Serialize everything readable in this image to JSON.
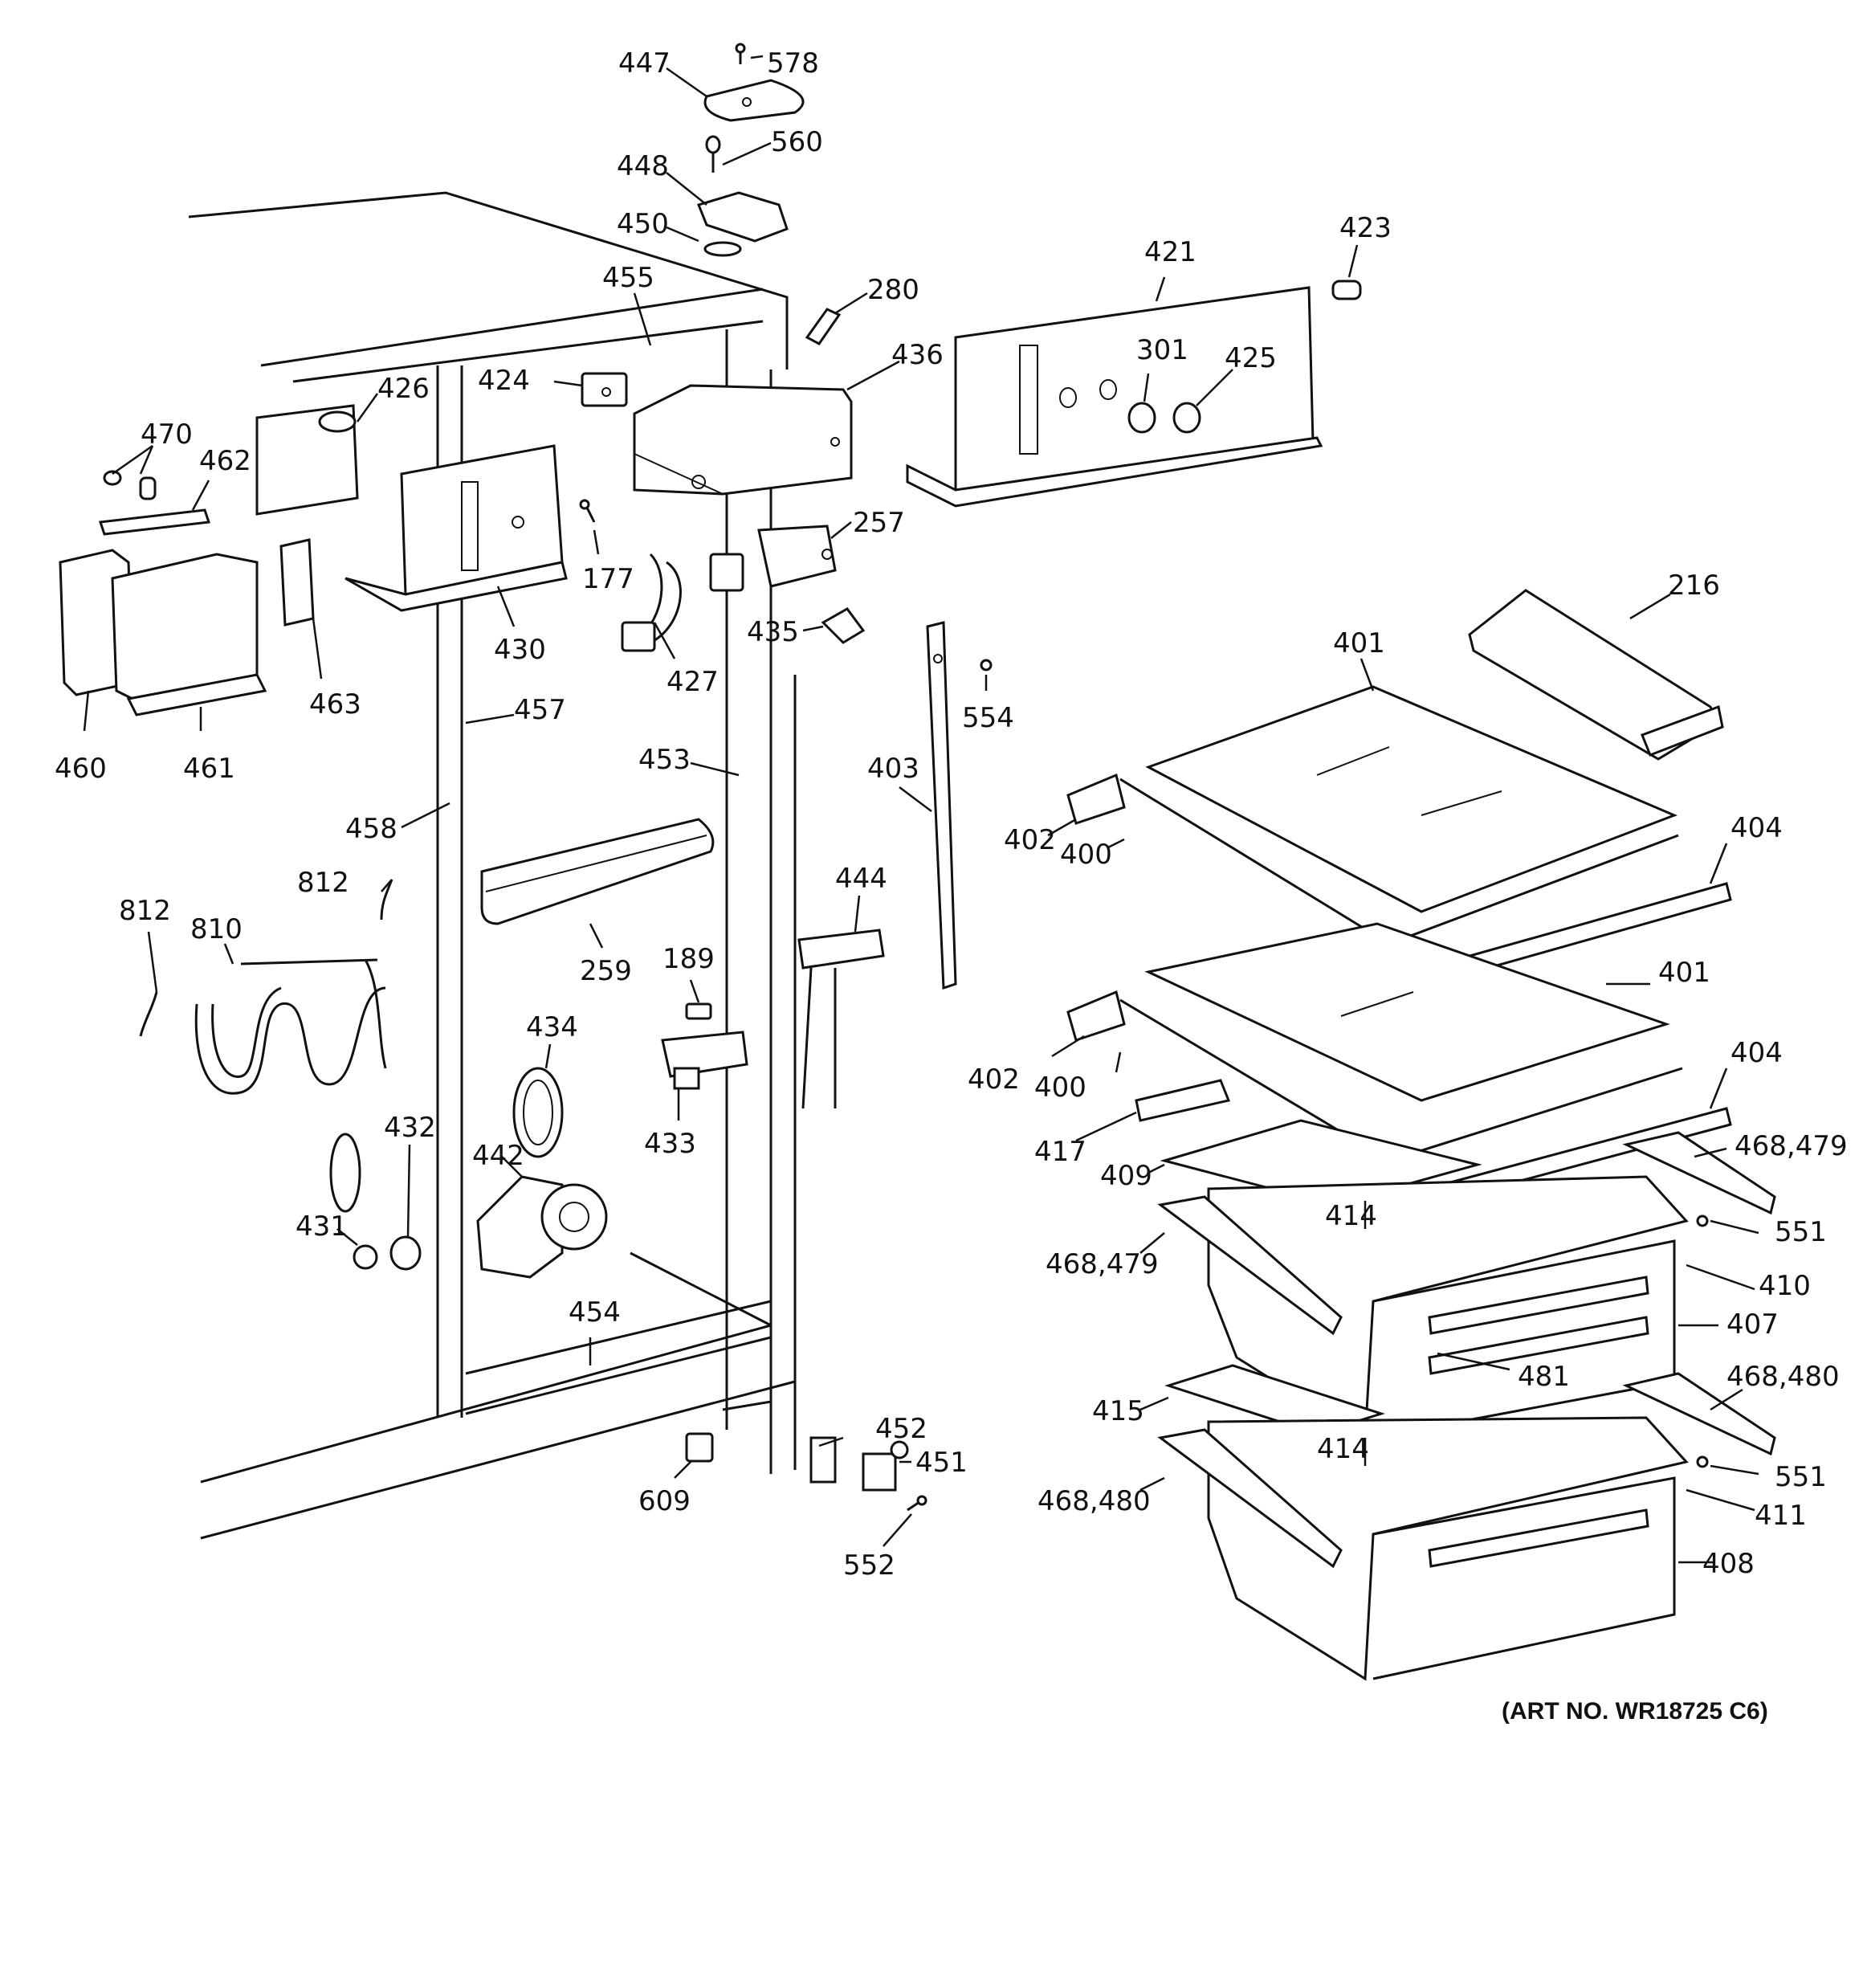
{
  "art_number": "(ART NO. WR18725 C6)",
  "callouts": [
    {
      "id": "447",
      "text": "447"
    },
    {
      "id": "578",
      "text": "578"
    },
    {
      "id": "560",
      "text": "560"
    },
    {
      "id": "448",
      "text": "448"
    },
    {
      "id": "450",
      "text": "450"
    },
    {
      "id": "455",
      "text": "455"
    },
    {
      "id": "280",
      "text": "280"
    },
    {
      "id": "421",
      "text": "421"
    },
    {
      "id": "423",
      "text": "423"
    },
    {
      "id": "424",
      "text": "424"
    },
    {
      "id": "426",
      "text": "426"
    },
    {
      "id": "436",
      "text": "436"
    },
    {
      "id": "301",
      "text": "301"
    },
    {
      "id": "425",
      "text": "425"
    },
    {
      "id": "470",
      "text": "470"
    },
    {
      "id": "462",
      "text": "462"
    },
    {
      "id": "257",
      "text": "257"
    },
    {
      "id": "177",
      "text": "177"
    },
    {
      "id": "430",
      "text": "430"
    },
    {
      "id": "216",
      "text": "216"
    },
    {
      "id": "435",
      "text": "435"
    },
    {
      "id": "463",
      "text": "463"
    },
    {
      "id": "427",
      "text": "427"
    },
    {
      "id": "401a",
      "text": "401"
    },
    {
      "id": "457",
      "text": "457"
    },
    {
      "id": "554",
      "text": "554"
    },
    {
      "id": "460",
      "text": "460"
    },
    {
      "id": "461",
      "text": "461"
    },
    {
      "id": "453",
      "text": "453"
    },
    {
      "id": "403",
      "text": "403"
    },
    {
      "id": "458",
      "text": "458"
    },
    {
      "id": "402a",
      "text": "402"
    },
    {
      "id": "400a",
      "text": "400"
    },
    {
      "id": "404a",
      "text": "404"
    },
    {
      "id": "812a",
      "text": "812"
    },
    {
      "id": "444",
      "text": "444"
    },
    {
      "id": "812b",
      "text": "812"
    },
    {
      "id": "810",
      "text": "810"
    },
    {
      "id": "259",
      "text": "259"
    },
    {
      "id": "189",
      "text": "189"
    },
    {
      "id": "401b",
      "text": "401"
    },
    {
      "id": "434",
      "text": "434"
    },
    {
      "id": "402b",
      "text": "402"
    },
    {
      "id": "400b",
      "text": "400"
    },
    {
      "id": "404b",
      "text": "404"
    },
    {
      "id": "432",
      "text": "432"
    },
    {
      "id": "433",
      "text": "433"
    },
    {
      "id": "417",
      "text": "417"
    },
    {
      "id": "442",
      "text": "442"
    },
    {
      "id": "468479a",
      "text": "468,479"
    },
    {
      "id": "409",
      "text": "409"
    },
    {
      "id": "431",
      "text": "431"
    },
    {
      "id": "414a",
      "text": "414"
    },
    {
      "id": "551a",
      "text": "551"
    },
    {
      "id": "468479b",
      "text": "468,479"
    },
    {
      "id": "410",
      "text": "410"
    },
    {
      "id": "454",
      "text": "454"
    },
    {
      "id": "407",
      "text": "407"
    },
    {
      "id": "481",
      "text": "481"
    },
    {
      "id": "468480a",
      "text": "468,480"
    },
    {
      "id": "415",
      "text": "415"
    },
    {
      "id": "452",
      "text": "452"
    },
    {
      "id": "414b",
      "text": "414"
    },
    {
      "id": "551b",
      "text": "551"
    },
    {
      "id": "451",
      "text": "451"
    },
    {
      "id": "609",
      "text": "609"
    },
    {
      "id": "468480b",
      "text": "468,480"
    },
    {
      "id": "411",
      "text": "411"
    },
    {
      "id": "552",
      "text": "552"
    },
    {
      "id": "408",
      "text": "408"
    }
  ]
}
